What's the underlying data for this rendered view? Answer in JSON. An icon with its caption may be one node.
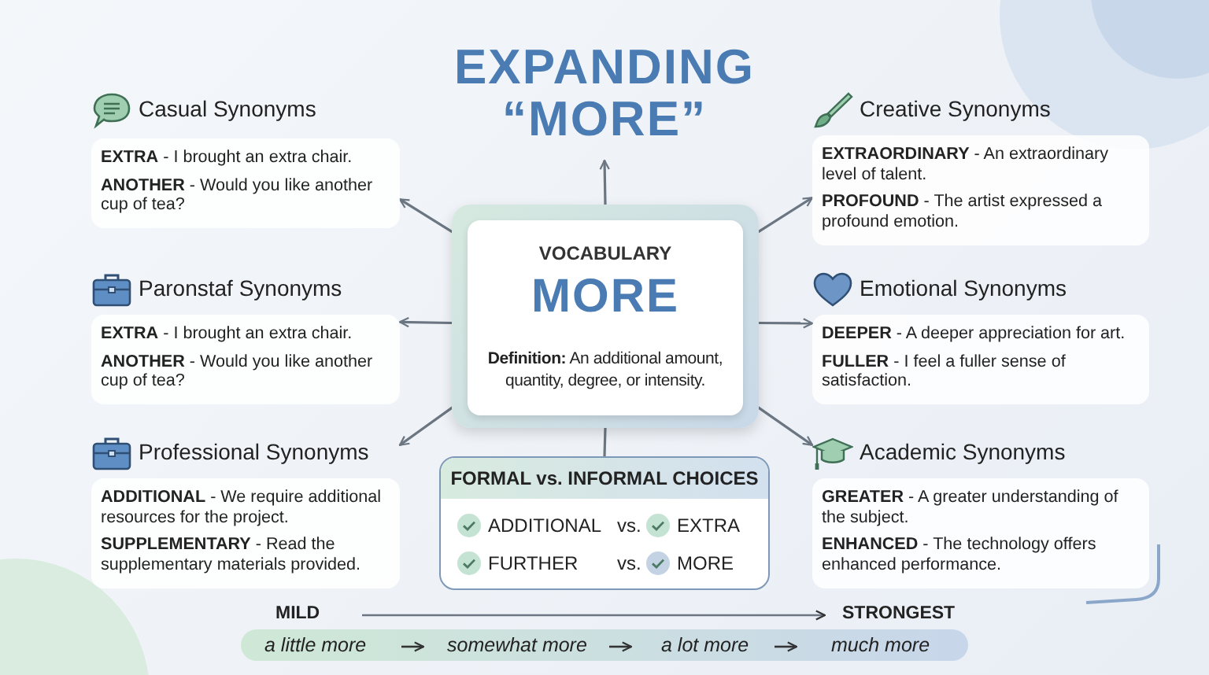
{
  "diagram": {
    "nodes": [
      {
        "text": [
          "EXPANDING “MORE”"
        ]
      },
      {
        "text": [
          "VOCABULARY",
          "MORE",
          "**Definition:** An additional amount, quantity, degree, or intensity."
        ]
      },
      {
        "text": [
          "Casual Synonyms",
          "**EXTRA** - I brought an extra chair.",
          "**ANOTHER** - Would you like another cup of tea?"
        ]
      },
      {
        "text": [
          "Paronstaf Synonyms",
          "**EXTRA** - I brought an extra chair.",
          "**ANOTHER** - Would you like another cup of tea?"
        ]
      },
      {
        "text": [
          "Professional Synonyms",
          "**ADDITIONAL** - We require additional resources for the project.",
          "**SUPPLEMENTARY** - Read the supplementary materials provided."
        ]
      },
      {
        "text": [
          "Creative Synonyms",
          "**EXTRAORDINARY** - An extraordinary level of talent.",
          "**PROFOUND** - The artist expressed a profound emotion."
        ]
      },
      {
        "text": [
          "Emotional Synonyms",
          "**DEEPER** - A deeper appreciation for art.",
          "**FULLER** - I feel a fuller sense of satisfaction."
        ]
      },
      {
        "text": [
          "Academic Synonyms",
          "**GREATER** - A greater understanding of the subject.",
          "**ENHANCED** - The technology offers enhanced performance."
        ]
      },
      {
        "text": [
          "FORMAL vs. INFORMAL CHOICES",
          "ADDITIONAL",
          "vs.",
          "EXTRA",
          "FURTHER",
          "vs.",
          "MORE"
        ]
      },
      {
        "text": [
          "a little more",
          "somewhat more",
          "a lot more",
          "much more"
        ]
      }
    ],
    "edges": [
      {
        "from": 1,
        "to": 0,
        "arrow": "to"
      },
      {
        "from": 1,
        "to": 2,
        "arrow": "to"
      },
      {
        "from": 1,
        "to": 3,
        "arrow": "to"
      },
      {
        "from": 1,
        "to": 4,
        "arrow": "to"
      },
      {
        "from": 1,
        "to": 5,
        "arrow": "to"
      },
      {
        "from": 1,
        "to": 6,
        "arrow": "to"
      },
      {
        "from": 1,
        "to": 7,
        "arrow": "to"
      },
      {
        "from": 1,
        "to": 8,
        "arrow": "none"
      }
    ],
    "labels": [
      "MILD",
      "STRONGEST"
    ]
  }
}
